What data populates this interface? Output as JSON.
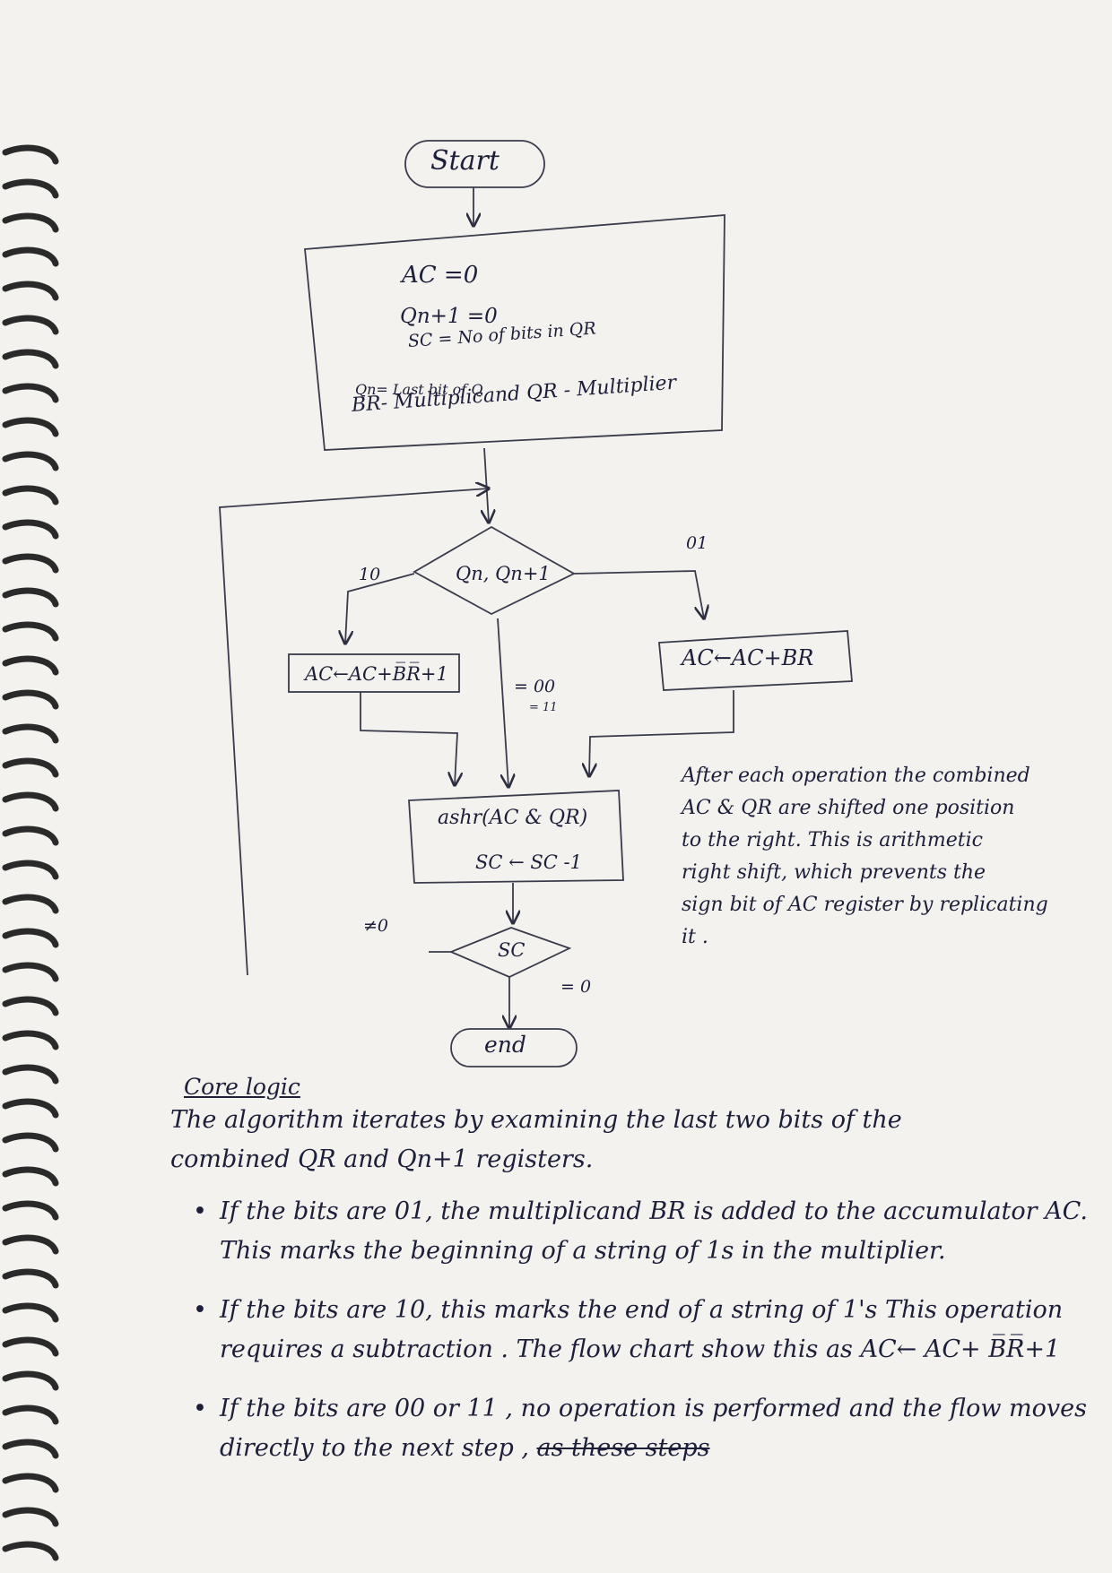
{
  "flowchart": {
    "start": "Start",
    "init": {
      "ac": "AC =0",
      "qn1": "Qn+1 =0",
      "sc": "SC = No of bits in QR",
      "qn": "Qn= Last bit of Q",
      "br_qr": "BR- Multiplicand QR - Multiplier"
    },
    "decision": "Qn, Qn+1",
    "branch_10": "10",
    "branch_01": "01",
    "sub_box": "AC←AC+B̅R̅+1",
    "add_box": "AC←AC+BR",
    "eq_00": "= 00",
    "eq_11": "= 11",
    "shift_box": {
      "line1": "ashr(AC & QR)",
      "line2": "SC ← SC -1"
    },
    "neq_zero": "≠0",
    "sc_decision": "SC",
    "eq_zero": "= 0",
    "end": "end"
  },
  "side_note": [
    "After each operation the combined",
    "AC & QR are shifted one position",
    "to the right. This is arithmetic",
    "right shift, which prevents the",
    "sign bit of AC register by replicating",
    "it ."
  ],
  "core_logic": {
    "heading": "Core logic",
    "intro_line1": "The algorithm iterates by examining the last two bits of the",
    "intro_line2": "combined QR and Qn+1 registers.",
    "bullet1": "If the bits are 01, the multiplicand BR is added to the accumulator AC. This marks the beginning of a string of 1s in the multiplier.",
    "bullet2": "If the bits are 10, this marks the end of a string of 1's This operation requires a subtraction . The flow chart show this as AC← AC+ B̅R̅+1",
    "bullet3_main": "If the bits are 00 or 11 , no operation is performed and the flow moves directly to the next step ,",
    "bullet3_struck": "as these steps"
  }
}
